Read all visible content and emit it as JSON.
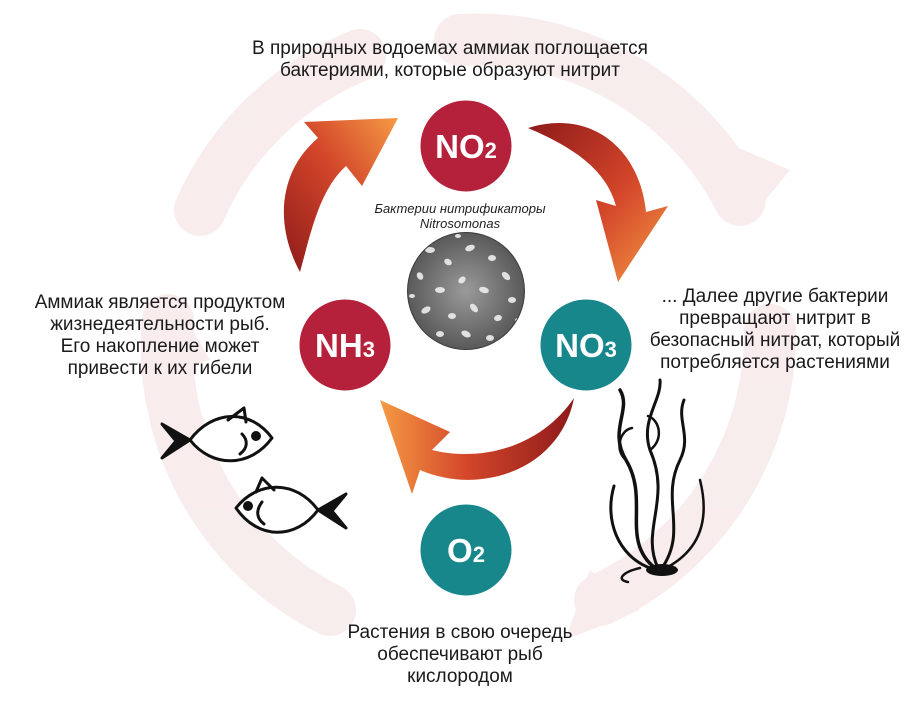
{
  "nodes": {
    "no2": {
      "symbol": "NO",
      "subscript": "2",
      "color": "#b5213a"
    },
    "nh3": {
      "symbol": "NH",
      "subscript": "3",
      "color": "#b5213a"
    },
    "no3": {
      "symbol": "NO",
      "subscript": "3",
      "color": "#17878c"
    },
    "o2": {
      "symbol": "O",
      "subscript": "2",
      "color": "#17878c"
    }
  },
  "captions": {
    "top": [
      "В природных водоемах аммиак поглощается",
      "бактериями, которые образуют нитрит"
    ],
    "left": [
      "Аммиак является продуктом",
      "жизнедеятельности рыб.",
      "Его накопление может",
      "привести к их гибели"
    ],
    "right": [
      "... Далее другие бактерии",
      "превращают нитрит в",
      "безопасный нитрат, который",
      "потребляется растениями"
    ],
    "bottom": [
      "Растения в свою очередь",
      "обеспечивают рыб",
      "кислородом"
    ]
  },
  "bacteria_label": [
    "Бактерии нитрификаторы",
    "Nitrosomonas"
  ],
  "colors": {
    "arrow_light": "#f08a3c",
    "arrow_dark": "#8e1a1a",
    "background_ring": "#f5e3e3",
    "ink": "#1a1a1a"
  },
  "icons": {
    "fish_top": "fish-icon",
    "fish_bottom": "fish-icon",
    "seaweed": "seaweed-icon",
    "bacteria_photo": "bacteria-micrograph"
  }
}
